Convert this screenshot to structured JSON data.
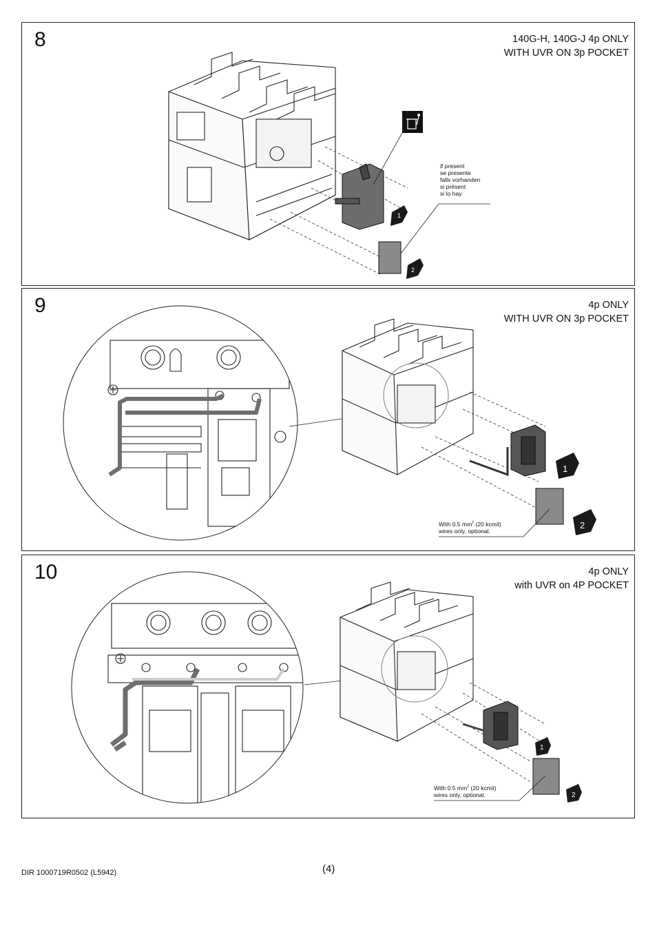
{
  "steps": [
    {
      "number": "8",
      "heading": [
        "140G-H, 140G-J 4p ONLY",
        "WITH UVR ON 3p POCKET"
      ],
      "note": [
        "if present",
        "se presente",
        "falls vorhanden",
        "si présent",
        "si lo hay"
      ],
      "callouts": [
        "1",
        "2"
      ],
      "icons": [
        "trash-bin-icon"
      ]
    },
    {
      "number": "9",
      "heading": [
        "4p ONLY",
        "WITH UVR ON 3p POCKET"
      ],
      "note": [
        "With 0.5 mm",
        "2",
        " (20 kcmil)",
        "wires only, optional."
      ],
      "callouts": [
        "1",
        "2"
      ]
    },
    {
      "number": "10",
      "heading": [
        "4p ONLY",
        "with UVR on 4P POCKET"
      ],
      "note": [
        "With 0.5 mm",
        "2",
        " (20 kcmil)",
        "wires only, optional."
      ],
      "callouts": [
        "1",
        "2"
      ]
    }
  ],
  "footer": {
    "doc_ref": "DIR 1000719R0502 (L5942)",
    "page": "(4)"
  },
  "colors": {
    "line": "#222222",
    "grey_cover": "#8a8a8a",
    "wire": "#7a7a7a",
    "callout_fill": "#1a1a1a"
  }
}
